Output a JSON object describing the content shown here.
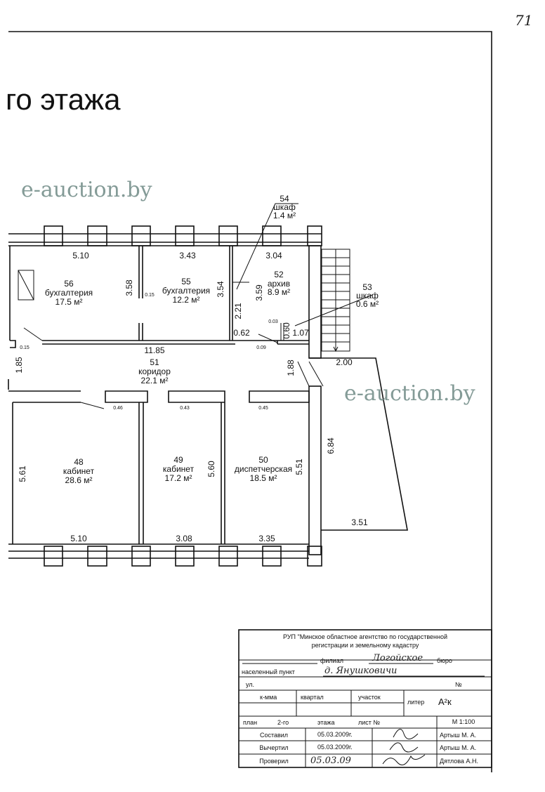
{
  "page_number": "71",
  "title": "го этажа",
  "watermark": "e-auction.by",
  "rooms": [
    {
      "number": "56",
      "name": "бухгалтерия",
      "area": "17.5 м²"
    },
    {
      "number": "55",
      "name": "бухгалтерия",
      "area": "12.2 м²"
    },
    {
      "number": "52",
      "name": "архив",
      "area": "8.9 м²"
    },
    {
      "number": "54",
      "name": "шкаф",
      "area": "1.4 м²"
    },
    {
      "number": "53",
      "name": "шкаф",
      "area": "0.6 м²"
    },
    {
      "number": "51",
      "name": "коридор",
      "area": "22.1 м²"
    },
    {
      "number": "48",
      "name": "кабинет",
      "area": "28.6 м²"
    },
    {
      "number": "49",
      "name": "кабинет",
      "area": "17.2 м²"
    },
    {
      "number": "50",
      "name": "диспетчерская",
      "area": "18.5 м²"
    }
  ],
  "dimensions": {
    "d510_top": "5.10",
    "d343": "3.43",
    "d304": "3.04",
    "d358": "3.58",
    "d354": "3.54",
    "d359": "3.59",
    "d221": "2.21",
    "d062": "0.62",
    "d060": "0.60",
    "d107": "1.07",
    "d003": "0.03",
    "d015a": "0.15",
    "d015b": "0.15",
    "d009": "0.09",
    "d1185": "11.85",
    "d185": "1.85",
    "d188": "1.88",
    "d200": "2.00",
    "d046": "0.46",
    "d043": "0.43",
    "d045": "0.45",
    "d561": "5.61",
    "d560": "5.60",
    "d551": "5.51",
    "d684": "6.84",
    "d510_bot": "5.10",
    "d308": "3.08",
    "d335": "3.35",
    "d351": "3.51"
  },
  "title_block": {
    "org_line1": "РУП \"Минское областное агентство по государственной",
    "org_line2": "регистрации и земельному кадастру",
    "filial_label": "филиал",
    "filial_value": "Логойское",
    "buro_label": "бюро",
    "settlement_label": "населенный пункт",
    "settlement_value": "д. Янушковичи",
    "street_label": "ул.",
    "number_label": "№",
    "kmma_label": "к-мма",
    "kvartal_label": "квартал",
    "uchastok_label": "участок",
    "liter_label": "литер",
    "liter_value": "А²к",
    "plan_label": "план",
    "floor_value": "2-го",
    "floor_label": "этажа",
    "sheet_label": "лист №",
    "scale": "М 1:100",
    "rows": [
      {
        "role": "Составил",
        "date": "05.03.2009г.",
        "name": "Артыш М. А."
      },
      {
        "role": "Вычертил",
        "date": "05.03.2009г.",
        "name": "Артыш М. А."
      },
      {
        "role": "Проверил",
        "date": "05.03.09",
        "name": "Дятлова А.Н."
      }
    ]
  }
}
